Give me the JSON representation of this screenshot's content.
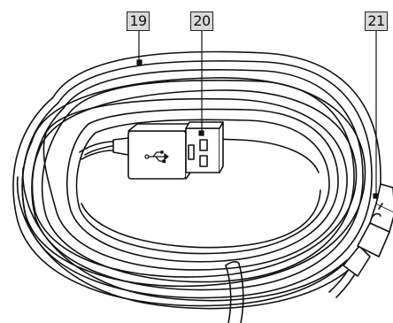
{
  "figure": {
    "background": "#ffffff",
    "line_color": "#111111",
    "callout_fill": "#d9d9d9",
    "callouts": [
      {
        "id": "c19",
        "label": "19",
        "target": "cable"
      },
      {
        "id": "c20",
        "label": "20",
        "target": "usb-a-connector"
      },
      {
        "id": "c21",
        "label": "21",
        "target": "micro-usb-connector"
      }
    ],
    "icons": {
      "usb": "usb-symbol-icon"
    }
  }
}
